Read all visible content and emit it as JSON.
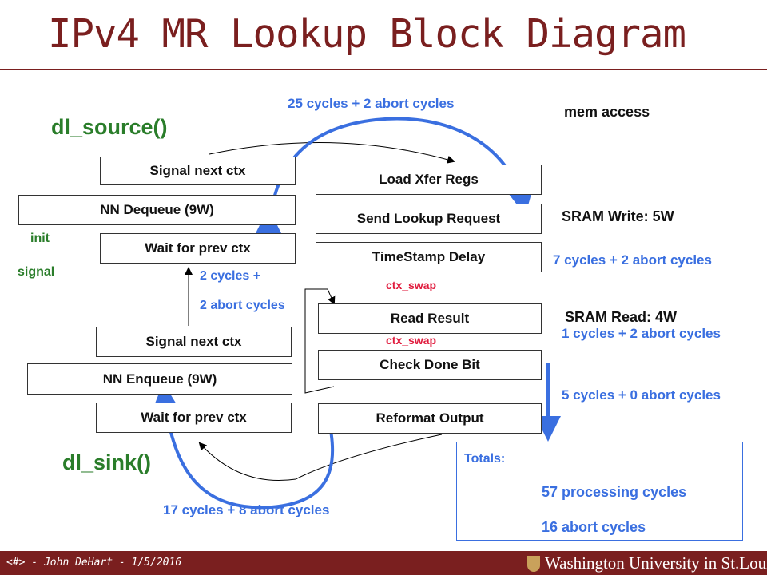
{
  "title": "IPv4 MR Lookup Block Diagram",
  "left_column": {
    "source_label": "dl_source()",
    "sink_label": "dl_sink()",
    "signal_next_ctx_top": "Signal next ctx",
    "nn_dequeue": "NN Dequeue (9W)",
    "wait_prev_ctx_top": "Wait for prev ctx",
    "init": "init",
    "signal": "signal",
    "signal_next_ctx_bottom": "Signal next ctx",
    "nn_enqueue": "NN Enqueue (9W)",
    "wait_prev_ctx_bottom": "Wait for prev ctx",
    "cycles_small_1": "2 cycles +",
    "cycles_small_2": "2 abort cycles"
  },
  "middle_column": {
    "load_xfer": "Load Xfer Regs",
    "send_lookup": "Send Lookup Request",
    "timestamp_delay": "TimeStamp Delay",
    "ctx_swap_1": "ctx_swap",
    "read_result": "Read Result",
    "ctx_swap_2": "ctx_swap",
    "check_done": "Check Done Bit",
    "reformat_output": "Reformat Output"
  },
  "right_column": {
    "top_cycles": "25 cycles + 2 abort cycles",
    "mem_access": "mem access",
    "sram_write": "SRAM Write: 5W",
    "cycles_7": "7 cycles + 2 abort cycles",
    "sram_read": "SRAM Read: 4W",
    "cycles_1": "1 cycles + 2 abort cycles",
    "cycles_5": "5 cycles + 0 abort cycles",
    "bottom_cycles": "17 cycles + 8 abort cycles"
  },
  "totals": {
    "heading": "Totals:",
    "processing": "57 processing cycles",
    "abort": "16 abort cycles"
  },
  "footer": {
    "slide_ref": "<#> - John DeHart - 1/5/2016",
    "university": "Washington University in St.Louis"
  },
  "colors": {
    "title": "#7a1f1f",
    "annotation_blue": "#3a6fe0",
    "ctx_swap_red": "#e01a3c",
    "label_green": "#2a7d2a",
    "footer_bar": "#7a1f1f"
  }
}
